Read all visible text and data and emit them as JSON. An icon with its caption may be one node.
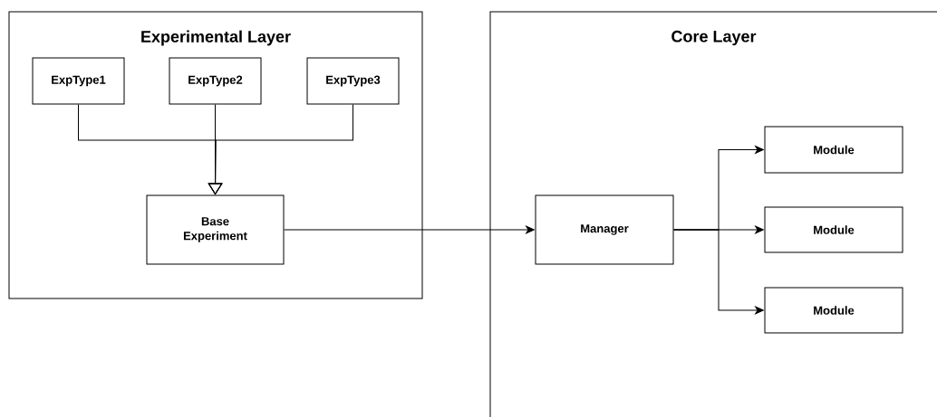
{
  "diagram": {
    "nodes": [
      {
        "text": [
          "Experimental Layer"
        ]
      },
      {
        "text": [
          "ExpType1"
        ],
        "in": 0
      },
      {
        "text": [
          "ExpType2"
        ],
        "in": 0
      },
      {
        "text": [
          "ExpType3"
        ],
        "in": 0
      },
      {
        "text": [
          "Base Experiment"
        ],
        "in": 0
      },
      {
        "text": [
          "Core Layer"
        ]
      },
      {
        "text": [
          "Manager"
        ],
        "in": 5
      },
      {
        "text": [
          "Module"
        ],
        "in": 5
      },
      {
        "text": [
          "Module"
        ],
        "in": 5
      },
      {
        "text": [
          "Module"
        ],
        "in": 5
      }
    ],
    "edges": [
      {
        "from": 1,
        "to": 4,
        "arrow": "to"
      },
      {
        "from": 2,
        "to": 4,
        "arrow": "to"
      },
      {
        "from": 3,
        "to": 4,
        "arrow": "to"
      },
      {
        "from": 4,
        "to": 6,
        "arrow": "to"
      },
      {
        "from": 6,
        "to": 7,
        "arrow": "to"
      },
      {
        "from": 6,
        "to": 8,
        "arrow": "to"
      },
      {
        "from": 6,
        "to": 9,
        "arrow": "to"
      }
    ]
  }
}
